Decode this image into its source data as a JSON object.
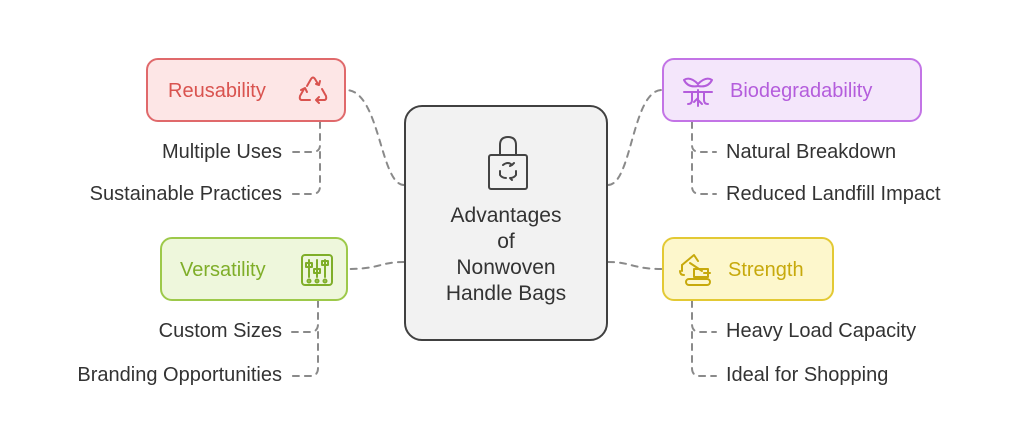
{
  "center": {
    "title_lines": [
      "Advantages",
      "of",
      "Nonwoven",
      "Handle Bags"
    ]
  },
  "nodes": {
    "reusability": {
      "label": "Reusability",
      "icon": "recycle-icon",
      "color": "#e0696b",
      "children": [
        "Multiple Uses",
        "Sustainable Practices"
      ]
    },
    "biodegradability": {
      "label": "Biodegradability",
      "icon": "sprout-roots-icon",
      "color": "#c374e6",
      "children": [
        "Natural Breakdown",
        "Reduced Landfill Impact"
      ]
    },
    "versatility": {
      "label": "Versatility",
      "icon": "sliders-icon",
      "color": "#9dc94a",
      "children": [
        "Custom Sizes",
        "Branding Opportunities"
      ]
    },
    "strength": {
      "label": "Strength",
      "icon": "crane-icon",
      "color": "#e3c934",
      "children": [
        "Heavy Load Capacity",
        "Ideal for Shopping"
      ]
    }
  }
}
